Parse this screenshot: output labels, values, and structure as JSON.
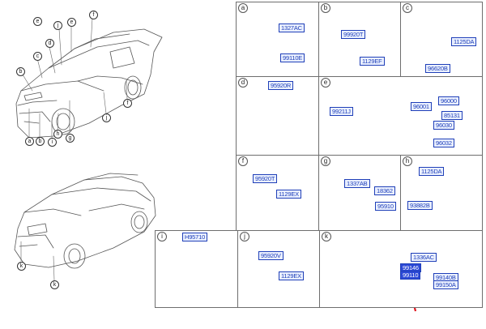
{
  "callouts": {
    "a": "a",
    "b": "b",
    "c": "c",
    "d": "d",
    "e": "e",
    "f": "f",
    "g": "g",
    "h": "h",
    "i": "i",
    "j": "j",
    "k": "k"
  },
  "panels": {
    "a": {
      "tag": "a",
      "parts": [
        "1327AC",
        "99110E"
      ]
    },
    "b": {
      "tag": "b",
      "parts": [
        "99920T",
        "1129EF"
      ]
    },
    "c": {
      "tag": "c",
      "parts": [
        "1125DA",
        "96620B"
      ]
    },
    "d": {
      "tag": "d",
      "parts": [
        "95920R"
      ]
    },
    "e": {
      "tag": "e",
      "parts": [
        "99211J",
        "96000",
        "96001",
        "85131",
        "96030",
        "96032"
      ]
    },
    "f": {
      "tag": "f",
      "parts": [
        "95920T",
        "1129EX"
      ]
    },
    "g": {
      "tag": "g",
      "parts": [
        "1337AB",
        "18362",
        "95910"
      ]
    },
    "h": {
      "tag": "h",
      "parts": [
        "1125DA",
        "93882B"
      ]
    },
    "i": {
      "tag": "i",
      "parts": [
        "H95710"
      ]
    },
    "j": {
      "tag": "j",
      "parts": [
        "95920V",
        "1129EX"
      ]
    },
    "k": {
      "tag": "k",
      "parts": [
        "1336AC",
        "99146",
        "99110",
        "99140B",
        "99150A"
      ]
    }
  },
  "colors": {
    "label_border": "#1f3fb8",
    "label_fill": "#eaf0ff",
    "highlight": "#2c49d6",
    "arrow": "#e0131c"
  }
}
